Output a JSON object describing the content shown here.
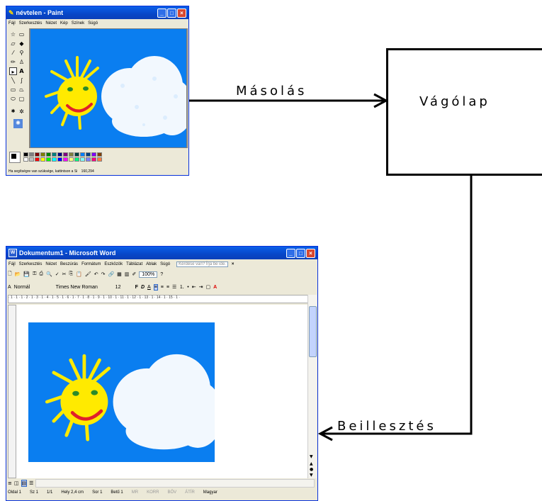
{
  "paint": {
    "title": "névtelen - Paint",
    "menu": [
      "Fájl",
      "Szerkesztés",
      "Nézet",
      "Kép",
      "Színek",
      "Súgó"
    ],
    "status": "Ha segítségre van szüksége, kattintson a Si",
    "coords": "160,294",
    "palette": [
      "#000000",
      "#808080",
      "#800000",
      "#808000",
      "#008000",
      "#008080",
      "#000080",
      "#800080",
      "#808040",
      "#004040",
      "#0080ff",
      "#004080",
      "#8000ff",
      "#804000",
      "#ffffff",
      "#c0c0c0",
      "#ff0000",
      "#ffff00",
      "#00ff00",
      "#00ffff",
      "#0000ff",
      "#ff00ff",
      "#ffff80",
      "#00ff80",
      "#80ffff",
      "#8080ff",
      "#ff0080",
      "#ff8040"
    ]
  },
  "word": {
    "title": "Dokumentum1 - Microsoft Word",
    "menu": [
      "Fájl",
      "Szerkesztés",
      "Nézet",
      "Beszúrás",
      "Formátum",
      "Eszközök",
      "Táblázat",
      "Ablak",
      "Súgó"
    ],
    "help_box": "Kérdése van? Írja be ide.",
    "zoom": "100%",
    "style": "Normál",
    "font": "Times New Roman",
    "size": "12",
    "format_buttons": [
      "F",
      "D",
      "A"
    ],
    "ruler": "· 1 · 1 · 1 · 2 · 1 · 3 · 1 · 4 · 1 · 5 · 1 · 6 · 1 · 7 · 1 · 8 · 1 · 9 · 1 · 10 · 1 · 11 · 1 · 12 · 1 · 13 · 1 · 14 · 1 · 15 · 1 ·",
    "status": {
      "page": "Oldal 1",
      "section": "Sz 1",
      "pages": "1/1",
      "position": "Hely 2,4 cm",
      "line": "Sor 1",
      "column": "Betű 1",
      "rec": "MR",
      "trk": "KORR",
      "ext": "BŐV",
      "ovr": "ÁTÍR",
      "language": "Magyar"
    }
  },
  "diagram": {
    "clipboard": "Vágólap",
    "copy": "Másolás",
    "paste": "Beillesztés"
  },
  "colors": {
    "canvas_blue": "#0a7ef0",
    "sun": "#ffea00",
    "eyes": "#2a8a2a",
    "mouth": "#e0202a"
  }
}
